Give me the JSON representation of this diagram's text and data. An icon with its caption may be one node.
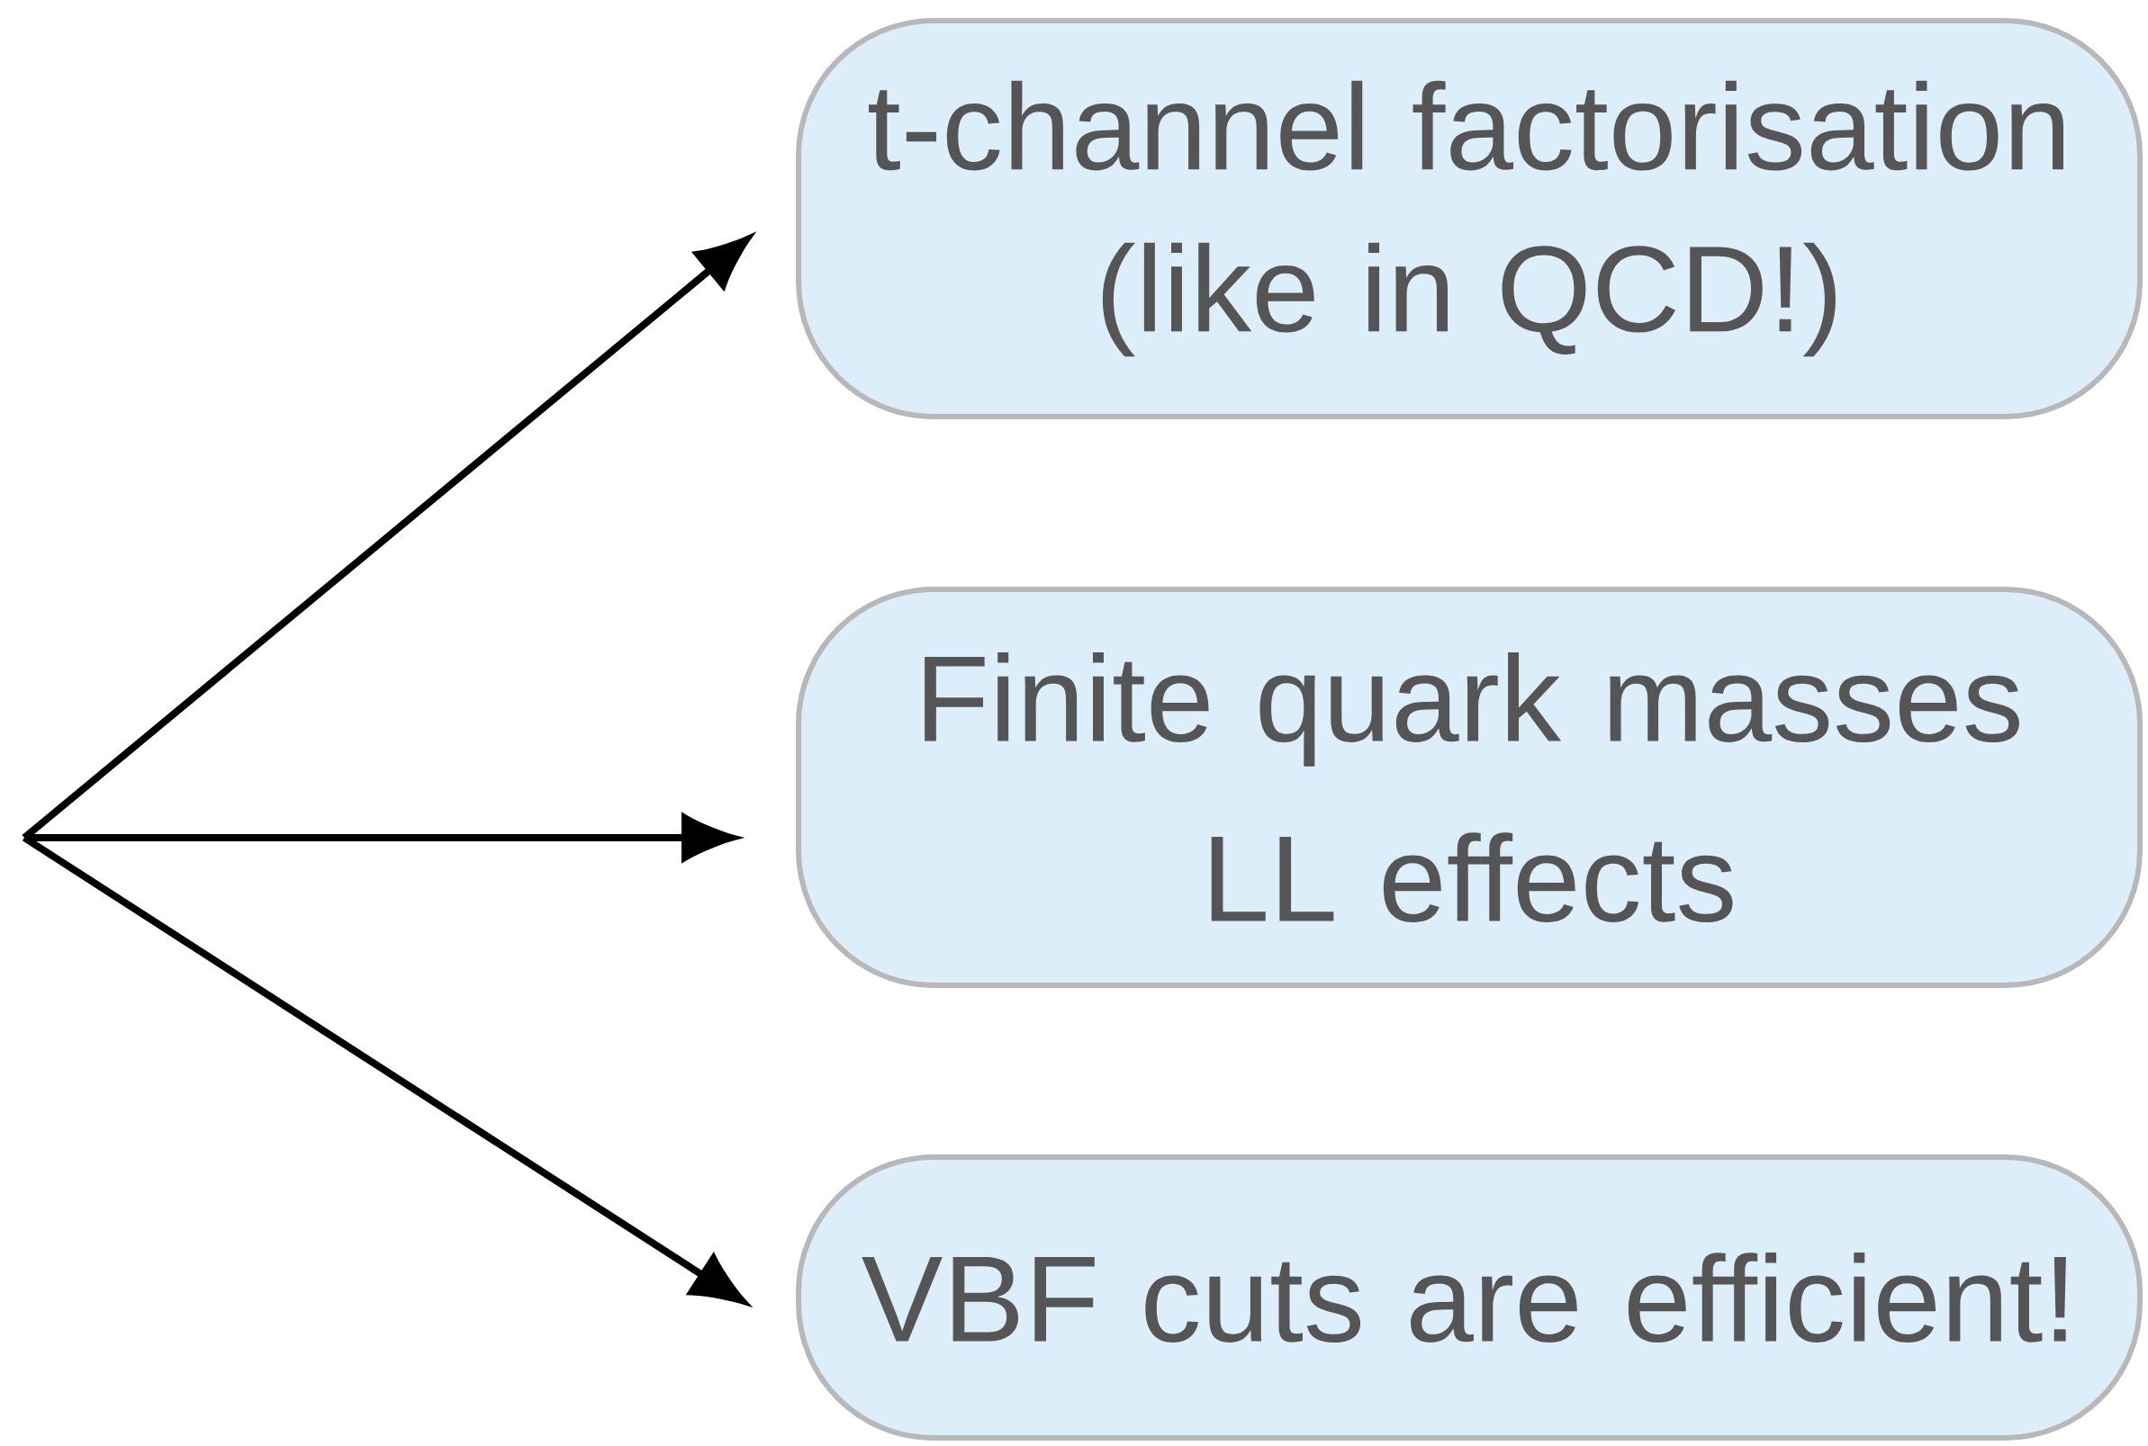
{
  "diagram": {
    "nodes": [
      {
        "text": [
          "t-channel factorisation (like in QCD!)"
        ]
      },
      {
        "text": [
          "Finite quark masses",
          "LL effects"
        ]
      },
      {
        "text": [
          "VBF cuts are efficient!"
        ]
      }
    ],
    "edges": [
      {
        "from": null,
        "to": 0,
        "arrow": "to"
      },
      {
        "from": null,
        "to": 1,
        "arrow": "to"
      },
      {
        "from": null,
        "to": 2,
        "arrow": "to"
      }
    ]
  }
}
